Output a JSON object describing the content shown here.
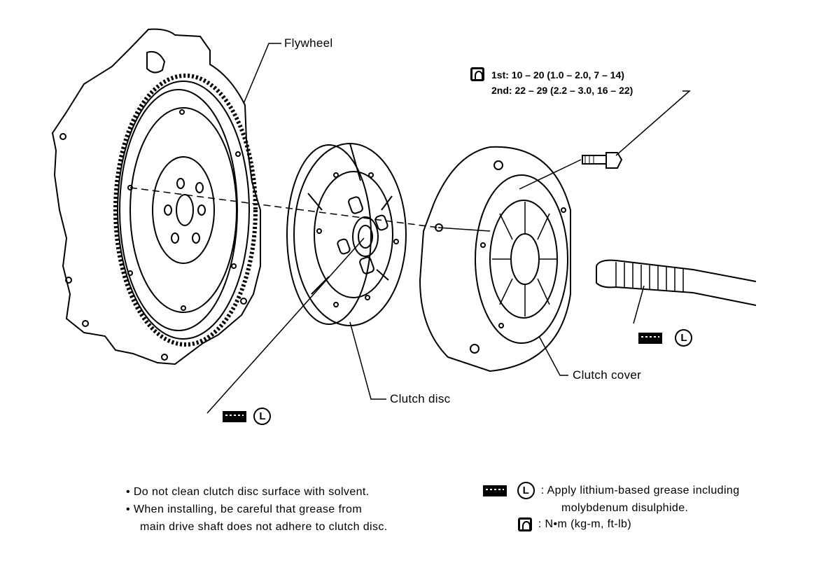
{
  "labels": {
    "flywheel": "Flywheel",
    "clutch_disc": "Clutch disc",
    "clutch_cover": "Clutch cover"
  },
  "torque": {
    "line1": "1st: 10 – 20 (1.0 – 2.0, 7 – 14)",
    "line2": "2nd: 22 – 29 (2.2 – 3.0, 16 – 22)"
  },
  "notes": {
    "note1": "• Do not clean clutch disc surface with solvent.",
    "note2": "• When installing, be careful that grease from",
    "note3": "main drive shaft does not adhere to clutch disc."
  },
  "legend": {
    "grease_text1": ": Apply lithium-based grease including",
    "grease_text2": "molybdenum disulphide.",
    "torque_text": ": N•m (kg-m, ft-lb)",
    "L_letter": "L"
  }
}
